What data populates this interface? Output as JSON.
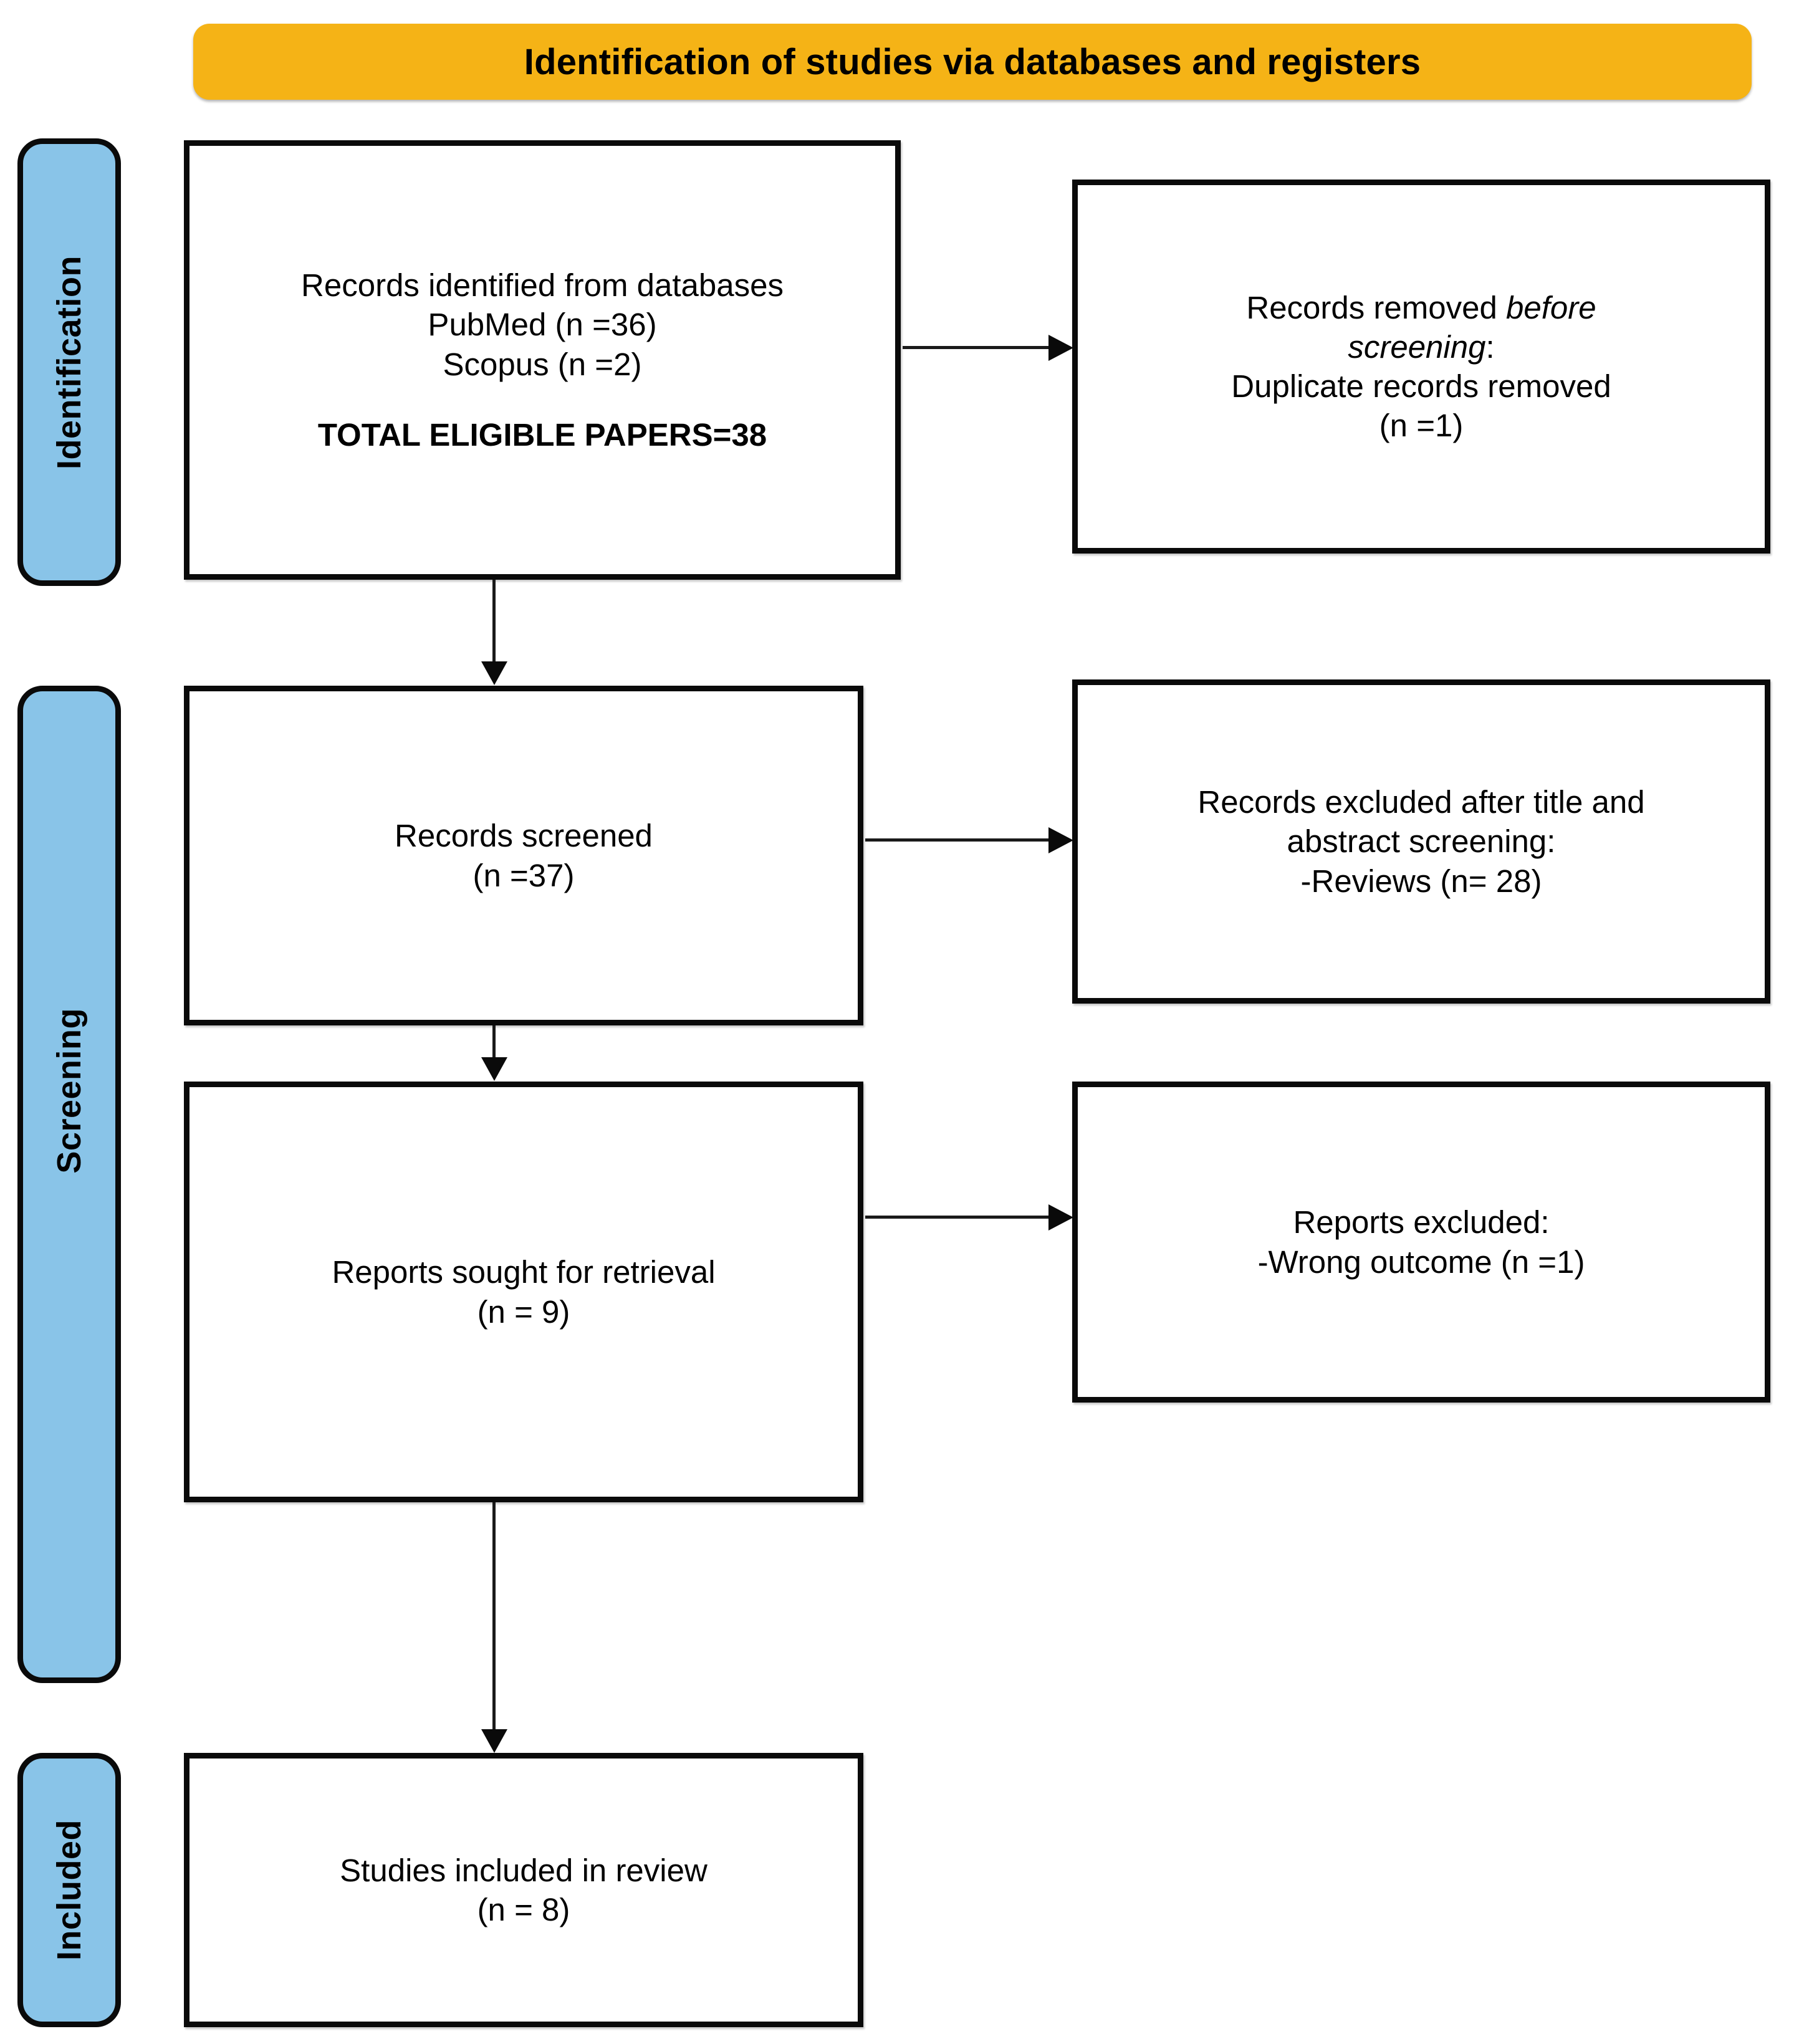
{
  "banner": {
    "title": "Identification of studies via databases and registers",
    "color": "#F5B316"
  },
  "stages": {
    "color": "#89C4E8",
    "identification": "Identification",
    "screening": "Screening",
    "included": "Included"
  },
  "boxes": {
    "identified": {
      "line1": "Records identified from databases",
      "line2": "PubMed (n =36)",
      "line3": "Scopus (n =2)",
      "line4": "TOTAL ELIGIBLE PAPERS=38"
    },
    "removed": {
      "line1_a": "Records removed ",
      "line1_em": "before",
      "line2_em": "screening",
      "line2_b": ":",
      "line3": "Duplicate records removed",
      "line4": "(n =1)"
    },
    "screened": {
      "line1": "Records screened",
      "line2": "(n =37)"
    },
    "excluded_title_abstract": {
      "line1": "Records excluded after title and",
      "line2": "abstract screening:",
      "line3": "-Reviews (n= 28)"
    },
    "sought": {
      "line1": "Reports sought for retrieval",
      "line2": "(n = 9)"
    },
    "reports_excluded": {
      "line1": "Reports excluded:",
      "line2": "-Wrong outcome (n =1)"
    },
    "included": {
      "line1": "Studies included in review",
      "line2": "(n = 8)"
    }
  },
  "chart_data": {
    "type": "diagram",
    "title": "Identification of studies via databases and registers",
    "diagram_kind": "PRISMA flow diagram",
    "stages": [
      "Identification",
      "Screening",
      "Included"
    ],
    "nodes": [
      {
        "id": "identified",
        "stage": "Identification",
        "label": "Records identified from databases",
        "sources": [
          {
            "name": "PubMed",
            "n": 36
          },
          {
            "name": "Scopus",
            "n": 2
          }
        ],
        "total_label": "TOTAL ELIGIBLE PAPERS=38",
        "n": 38
      },
      {
        "id": "removed",
        "stage": "Identification",
        "label": "Records removed before screening: Duplicate records removed",
        "n": 1
      },
      {
        "id": "screened",
        "stage": "Screening",
        "label": "Records screened",
        "n": 37
      },
      {
        "id": "excluded_title_abstract",
        "stage": "Screening",
        "label": "Records excluded after title and abstract screening: -Reviews",
        "n": 28
      },
      {
        "id": "sought",
        "stage": "Screening",
        "label": "Reports sought for retrieval",
        "n": 9
      },
      {
        "id": "reports_excluded",
        "stage": "Screening",
        "label": "Reports excluded: -Wrong outcome",
        "n": 1
      },
      {
        "id": "included",
        "stage": "Included",
        "label": "Studies included in review",
        "n": 8
      }
    ],
    "edges": [
      {
        "from": "identified",
        "to": "removed",
        "direction": "right"
      },
      {
        "from": "identified",
        "to": "screened",
        "direction": "down"
      },
      {
        "from": "screened",
        "to": "excluded_title_abstract",
        "direction": "right"
      },
      {
        "from": "screened",
        "to": "sought",
        "direction": "down"
      },
      {
        "from": "sought",
        "to": "reports_excluded",
        "direction": "right"
      },
      {
        "from": "sought",
        "to": "included",
        "direction": "down"
      }
    ]
  }
}
